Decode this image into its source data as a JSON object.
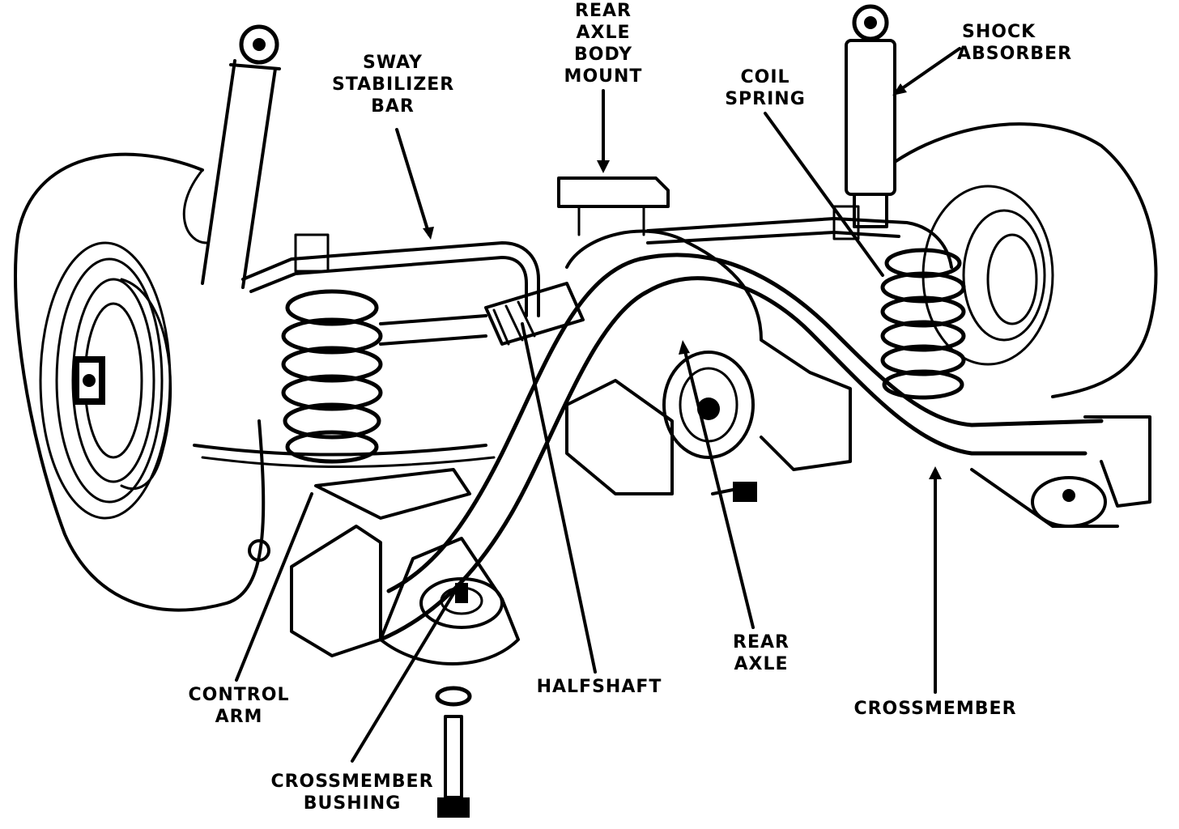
{
  "labels": {
    "sway_stabilizer_bar": [
      "SWAY",
      "STABILIZER",
      "BAR"
    ],
    "rear_axle_body_mount": [
      "REAR",
      "AXLE",
      "BODY",
      "MOUNT"
    ],
    "coil_spring": [
      "COIL",
      "SPRING"
    ],
    "shock_absorber": [
      "SHOCK",
      "ABSORBER"
    ],
    "rear_axle": [
      "REAR",
      "AXLE"
    ],
    "halfshaft": [
      "HALFSHAFT"
    ],
    "crossmember": [
      "CROSSMEMBER"
    ],
    "control_arm": [
      "CONTROL",
      "ARM"
    ],
    "crossmember_bushing": [
      "CROSSMEMBER",
      "BUSHING"
    ]
  },
  "colors": {
    "ink": "#000000",
    "paper": "#ffffff"
  }
}
